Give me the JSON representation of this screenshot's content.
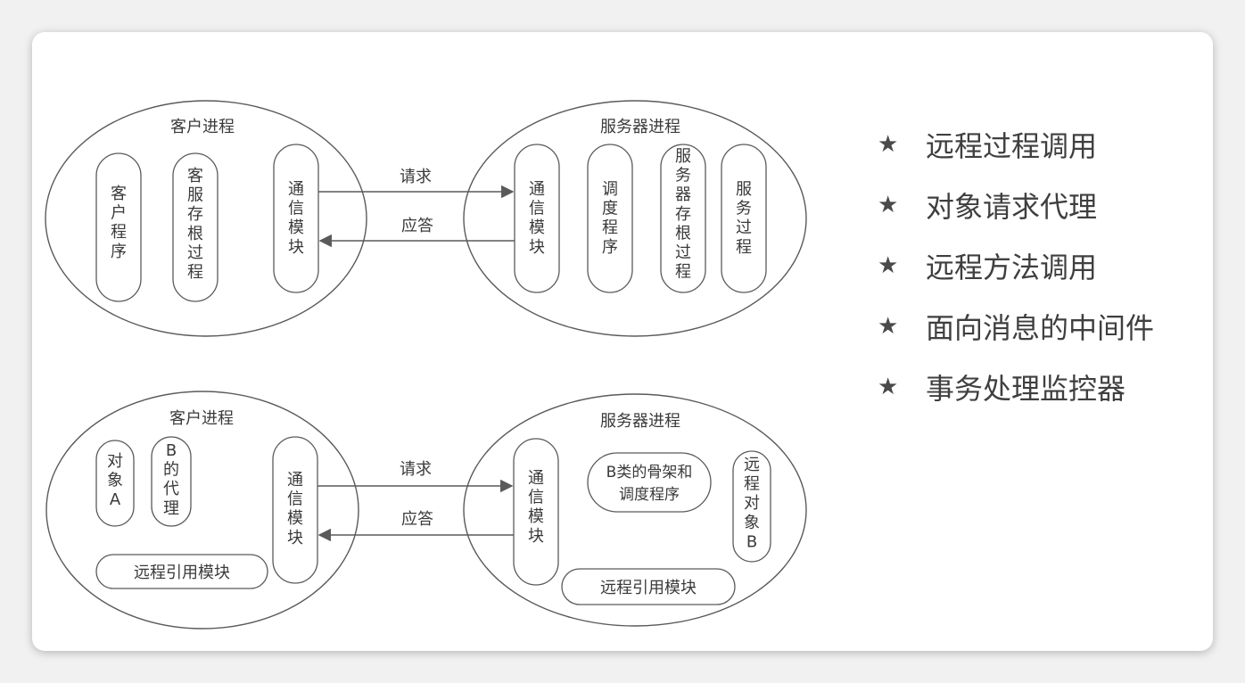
{
  "diagram1": {
    "client_title": "客户进程",
    "server_title": "服务器进程",
    "client_boxes": [
      "客户程序",
      "客服存根过程",
      "通信模块"
    ],
    "server_boxes": [
      "通信模块",
      "调度程序",
      "服务器存根过程",
      "服务过程"
    ],
    "request_label": "请求",
    "response_label": "应答"
  },
  "diagram2": {
    "client_title": "客户进程",
    "server_title": "服务器进程",
    "object_a": "对象A",
    "b_proxy": "B的代理",
    "client_comm": "通信模块",
    "client_remote_ref": "远程引用模块",
    "server_comm": "通信模块",
    "skeleton_line1": "B类的骨架和",
    "skeleton_line2": "调度程序",
    "remote_object_b": "远程对象B",
    "server_remote_ref": "远程引用模块",
    "request_label": "请求",
    "response_label": "应答"
  },
  "bullets": {
    "star": "★",
    "items": [
      "远程过程调用",
      "对象请求代理",
      "远程方法调用",
      "面向消息的中间件",
      "事务处理监控器"
    ]
  }
}
